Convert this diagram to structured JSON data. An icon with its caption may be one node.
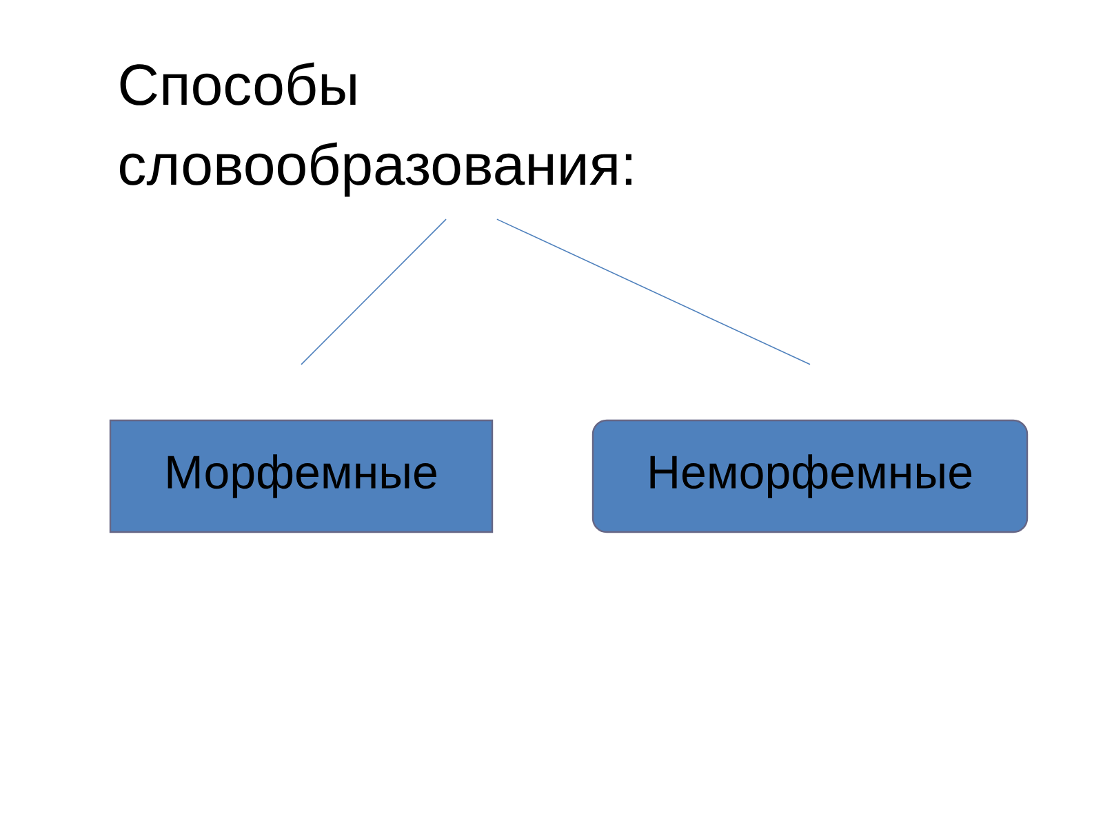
{
  "diagram": {
    "nodes": [
      {
        "text": [
          "Способы словообразования:"
        ]
      },
      {
        "text": [
          "Морфемные"
        ]
      },
      {
        "text": [
          "Неморфемные"
        ]
      }
    ],
    "edges": [
      {
        "from": 0,
        "to": 1,
        "arrow": "none"
      },
      {
        "from": 0,
        "to": 2,
        "arrow": "none"
      }
    ]
  }
}
